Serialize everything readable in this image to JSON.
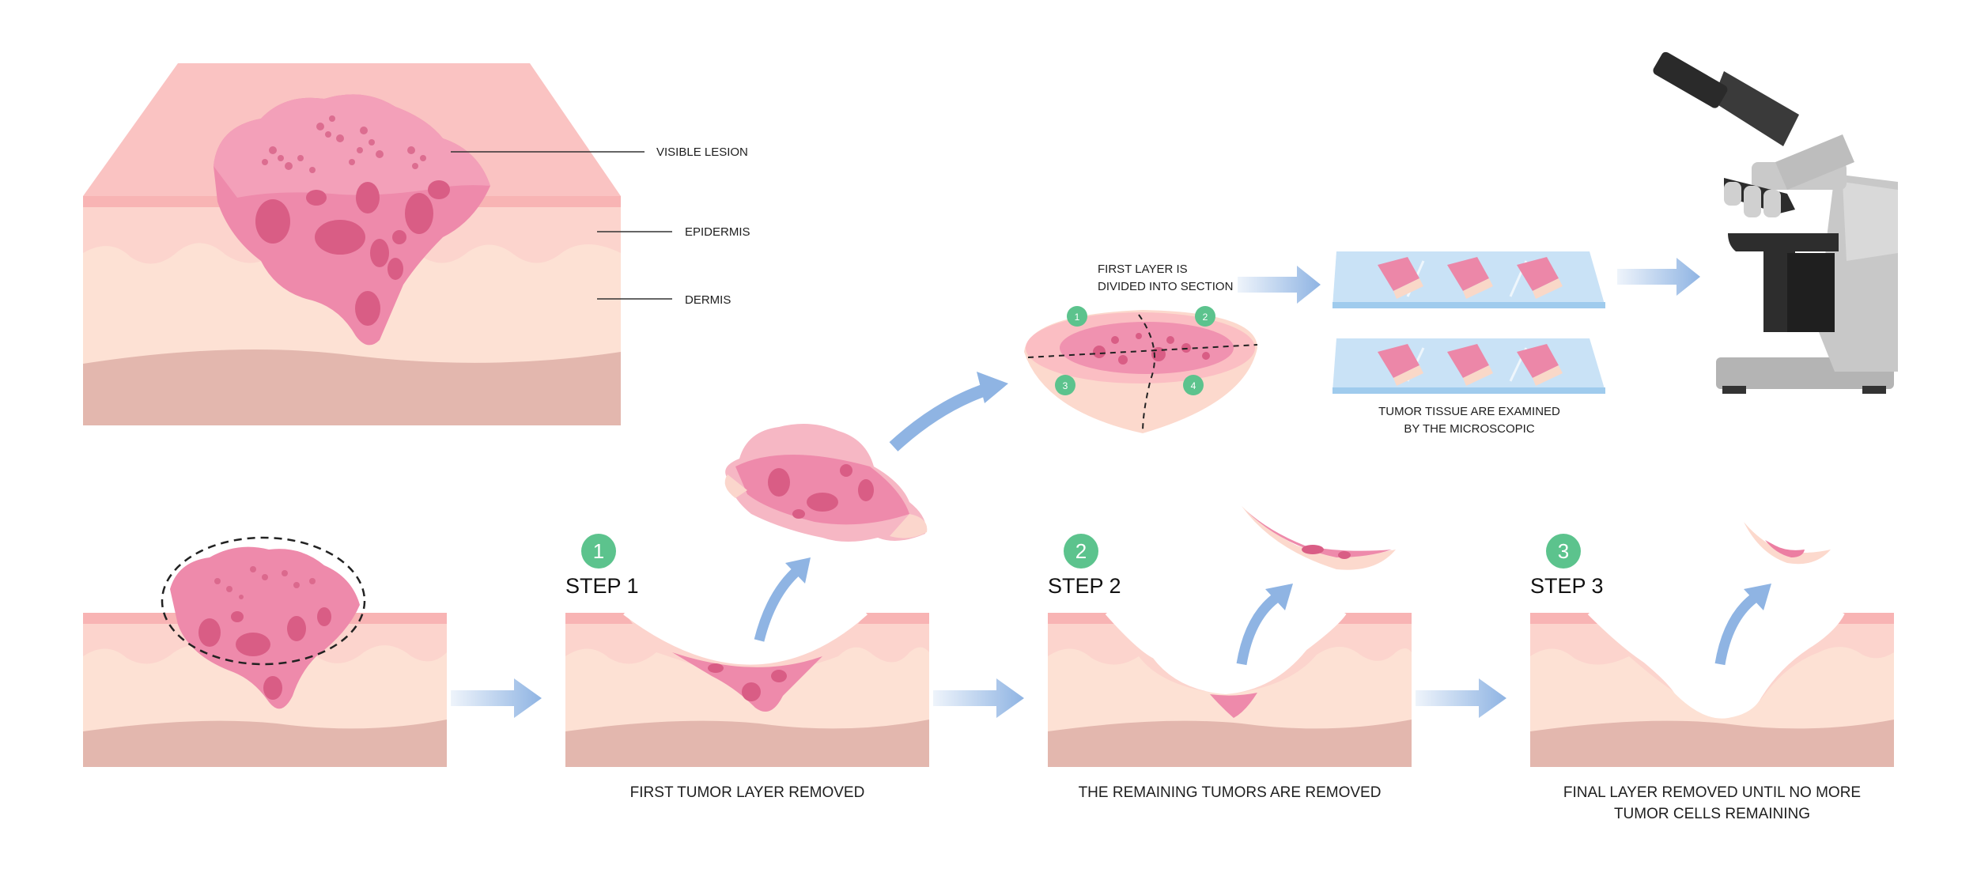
{
  "labels": {
    "visible_lesion": "VISIBLE LESION",
    "epidermis": "EPIDERMIS",
    "dermis": "DERMIS",
    "first_layer_line1": "FIRST LAYER IS",
    "first_layer_line2": "DIVIDED INTO SECTION",
    "tissue_line1": "TUMOR TISSUE ARE EXAMINED",
    "tissue_line2": "BY THE MICROSCOPIC"
  },
  "sections": [
    "1",
    "2",
    "3",
    "4"
  ],
  "steps": [
    {
      "number": "1",
      "title": "STEP 1",
      "caption_line1": "FIRST TUMOR LAYER REMOVED",
      "caption_line2": ""
    },
    {
      "number": "2",
      "title": "STEP 2",
      "caption_line1": "THE REMAINING TUMORS ARE REMOVED",
      "caption_line2": ""
    },
    {
      "number": "3",
      "title": "STEP 3",
      "caption_line1": "FINAL LAYER REMOVED UNTIL NO MORE",
      "caption_line2": "TUMOR CELLS REMAINING"
    }
  ],
  "colors": {
    "skin_surface": "#f9c4c2",
    "epidermis": "#fbd3cd",
    "dermis": "#fde0d3",
    "deep_layer": "#e3b6ad",
    "lesion": "#ec87a8",
    "lesion_dark": "#d95d85",
    "arrow": "#8fb4e3",
    "badge": "#5cc38d",
    "slide": "#c9e2f6"
  }
}
